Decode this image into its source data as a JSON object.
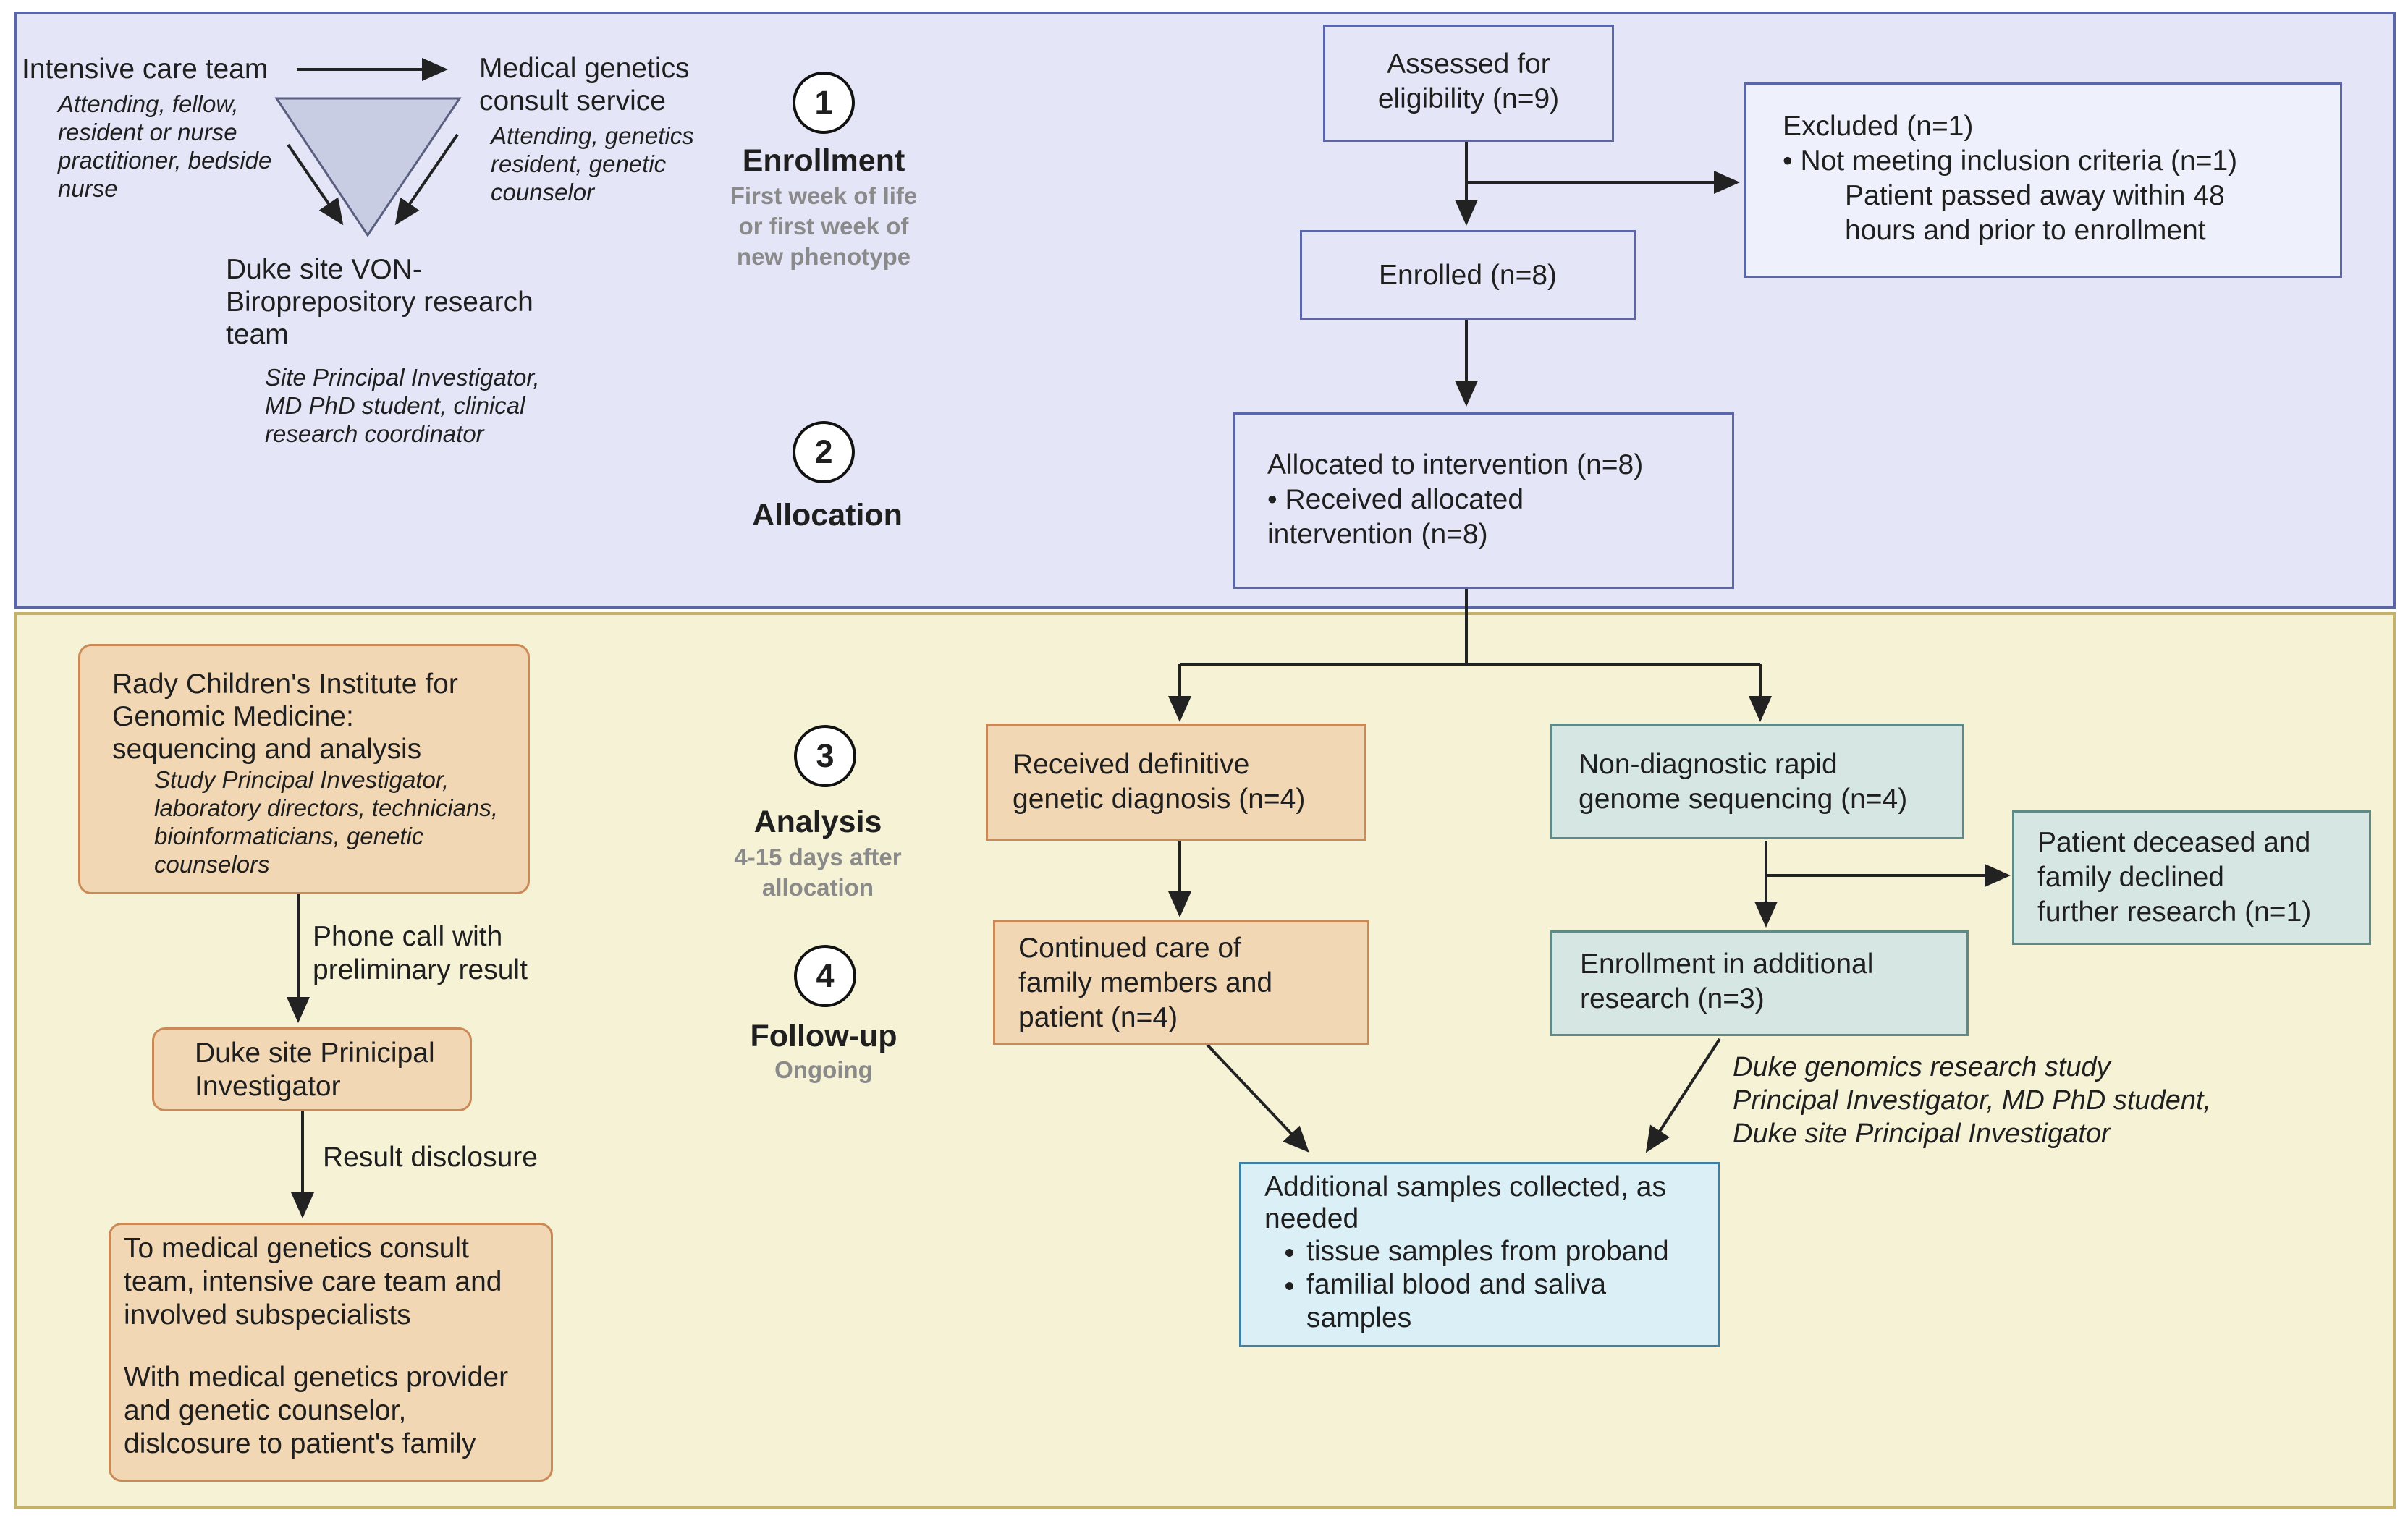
{
  "phases": {
    "enrollment": {
      "number": "1",
      "title": "Enrollment",
      "subtitle": [
        "First week of life",
        "or first week of",
        "new phenotype"
      ]
    },
    "allocation": {
      "number": "2",
      "title": "Allocation"
    },
    "analysis": {
      "number": "3",
      "title": "Analysis",
      "subtitle": [
        "4-15 days after",
        "allocation"
      ]
    },
    "followup": {
      "number": "4",
      "title": "Follow-up",
      "subtitle": "Ongoing"
    }
  },
  "teams": {
    "icu": {
      "title": "Intensive care team",
      "members": [
        "Attending, fellow,",
        "resident or nurse",
        "practitioner, bedside",
        "nurse"
      ]
    },
    "genetics": {
      "title": [
        "Medical genetics",
        "consult service"
      ],
      "members": [
        "Attending, genetics",
        "resident, genetic",
        "counselor"
      ]
    },
    "duke_von": {
      "title": [
        "Duke site VON-",
        "Biroprepository research",
        "team"
      ],
      "members": [
        "Site Principal Investigator,",
        "MD PhD student, clinical",
        "research coordinator"
      ]
    }
  },
  "flow": {
    "assessed": [
      "Assessed for",
      "eligibility (n=9)"
    ],
    "excluded": {
      "title": "Excluded (n=1)",
      "bullet": "• Not meeting inclusion criteria (n=1)",
      "detail": [
        "Patient passed away within 48",
        "hours and prior to enrollment"
      ]
    },
    "enrolled": "Enrolled (n=8)",
    "allocated": [
      "Allocated to intervention (n=8)",
      "• Received allocated",
      "intervention (n=8)"
    ],
    "diagnostic": [
      "Received definitive",
      "genetic diagnosis (n=4)"
    ],
    "nondiagnostic": [
      "Non-diagnostic rapid",
      "genome sequencing (n=4)"
    ],
    "continued_care": [
      "Continued care of",
      "family members and",
      "patient (n=4)"
    ],
    "deceased": [
      "Patient deceased and",
      "family declined",
      "further research (n=1)"
    ],
    "additional_research": [
      "Enrollment in additional",
      "research (n=3)"
    ],
    "research_team": [
      "Duke genomics research study",
      "Principal Investigator, MD PhD student,",
      "Duke site Principal Investigator"
    ],
    "samples": {
      "title": [
        "Additional samples collected, as",
        "needed"
      ],
      "items": [
        "tissue samples from proband",
        "familial blood and saliva samples"
      ]
    }
  },
  "lab": {
    "rady": {
      "title": [
        "Rady Children's Institute for",
        "Genomic Medicine:",
        "sequencing and analysis"
      ],
      "members": [
        "Study Principal Investigator,",
        "laboratory directors, technicians,",
        "bioinformaticians, genetic",
        "counselors"
      ]
    },
    "phone_call": [
      "Phone call with",
      "preliminary result"
    ],
    "duke_pi": [
      "Duke site Prinicipal",
      "Investigator"
    ],
    "result_disclosure": "Result disclosure",
    "disclosure": {
      "para1": [
        "To medical genetics consult",
        "team, intensive care team and",
        "involved subspecialists"
      ],
      "para2": [
        "With medical genetics provider",
        "and genetic counselor,",
        "dislcosure to patient's family"
      ]
    }
  },
  "colors": {
    "top_panel_bg": "#e4e6f8",
    "top_panel_border": "#5a66a8",
    "bottom_panel_bg": "#f5f2d6",
    "bottom_panel_border": "#c4b26a",
    "orange_box": "#f2d7b4",
    "orange_border": "#c98a57",
    "teal_box": "#d6e7e3",
    "teal_border": "#5e8b88",
    "blue_box": "#dbeff6",
    "blue_border": "#3f7fa3",
    "triangle": "#c9cde4"
  }
}
